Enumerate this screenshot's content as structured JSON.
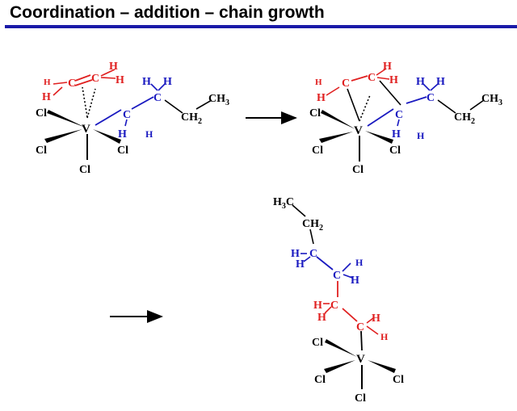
{
  "title": "Coordination – addition – chain growth",
  "colors": {
    "title_rule": "#1a1aa8",
    "monomer": "#e02020",
    "growing_chain": "#1a1ac0",
    "ink": "#000000"
  },
  "atoms": {
    "vanadium": "V",
    "chlorine": "Cl",
    "carbon": "C",
    "hydrogen": "H",
    "methylene": "CH",
    "methylene_sub": "2",
    "methyl": "CH",
    "methyl_sub": "3",
    "methyl_lead": "H",
    "methyl_lead_sub": "3",
    "methyl_tail": "C"
  },
  "icons": {
    "reaction_arrow": "arrow-right-icon",
    "wedge_bond": "wedge-bond-icon",
    "hashed_bond": "hashed-bond-icon"
  }
}
